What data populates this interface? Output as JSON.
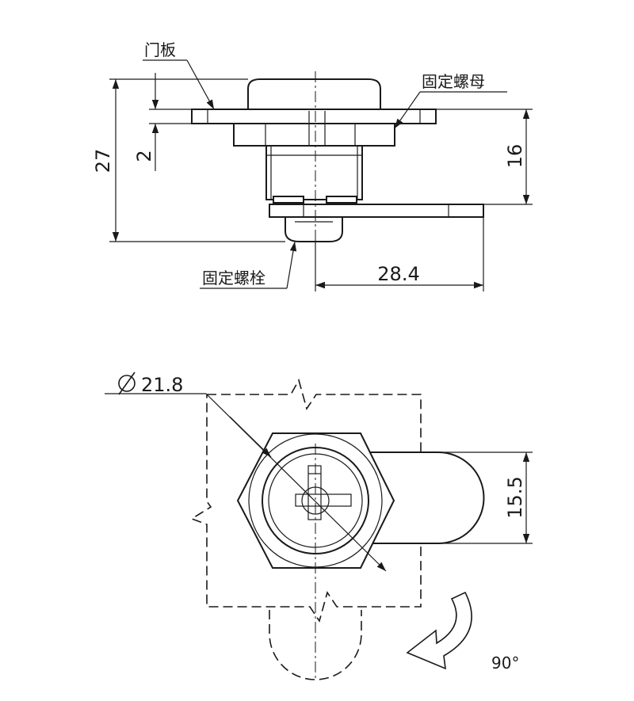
{
  "labels": {
    "door_panel": "门板",
    "fixing_nut": "固定螺母",
    "fixing_bolt": "固定螺栓"
  },
  "dimensions": {
    "overall_height": "27",
    "panel_thickness": "2",
    "nut_to_cam": "16",
    "cam_length": "28.4",
    "diameter": "21.8",
    "cam_width": "15.5"
  },
  "rotation": {
    "angle": "90°"
  }
}
